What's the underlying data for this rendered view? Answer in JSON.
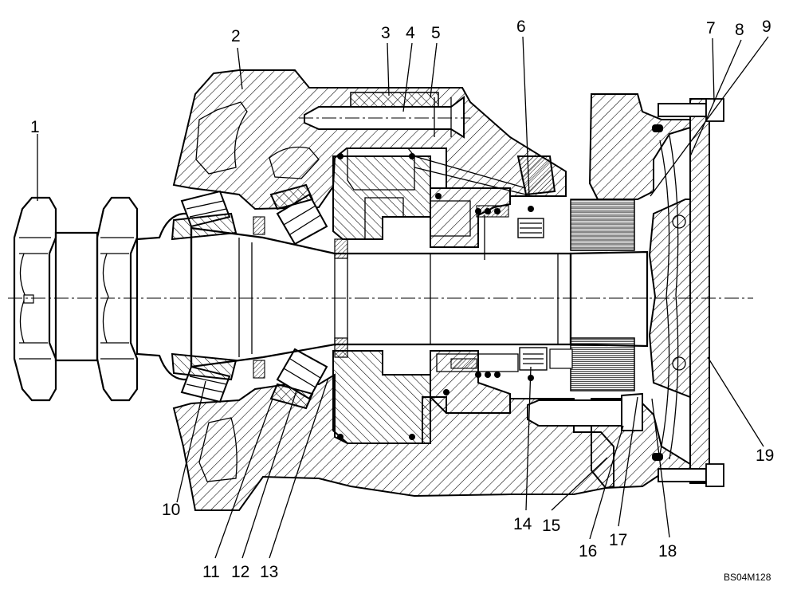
{
  "diagram": {
    "callouts": [
      {
        "id": "1",
        "label": "1"
      },
      {
        "id": "2",
        "label": "2"
      },
      {
        "id": "3",
        "label": "3"
      },
      {
        "id": "4",
        "label": "4"
      },
      {
        "id": "5",
        "label": "5"
      },
      {
        "id": "6",
        "label": "6"
      },
      {
        "id": "7",
        "label": "7"
      },
      {
        "id": "8",
        "label": "8"
      },
      {
        "id": "9",
        "label": "9"
      },
      {
        "id": "10",
        "label": "10"
      },
      {
        "id": "11",
        "label": "11"
      },
      {
        "id": "12",
        "label": "12"
      },
      {
        "id": "13",
        "label": "13"
      },
      {
        "id": "14",
        "label": "14"
      },
      {
        "id": "15",
        "label": "15"
      },
      {
        "id": "16",
        "label": "16"
      },
      {
        "id": "17",
        "label": "17"
      },
      {
        "id": "18",
        "label": "18"
      },
      {
        "id": "19",
        "label": "19"
      }
    ],
    "figure_code": "BS04M128"
  }
}
